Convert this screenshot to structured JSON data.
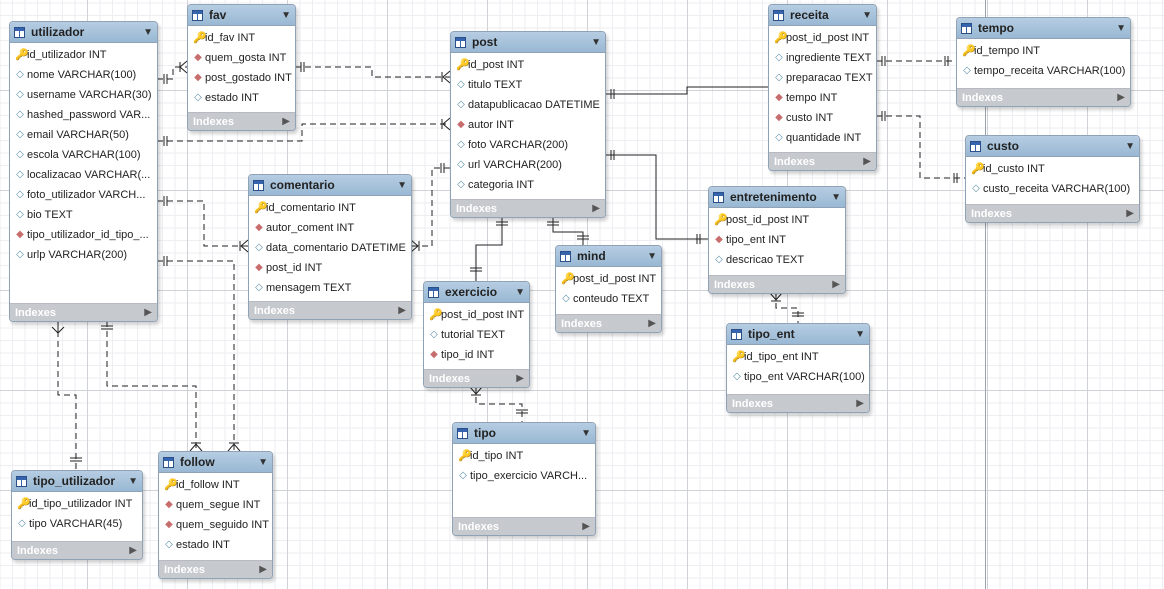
{
  "tables": {
    "utilizador": {
      "name": "utilizador",
      "columns": [
        {
          "icon": "key",
          "text": "id_utilizador INT"
        },
        {
          "icon": "column",
          "text": "nome VARCHAR(100)"
        },
        {
          "icon": "column",
          "text": "username VARCHAR(30)"
        },
        {
          "icon": "column",
          "text": "hashed_password VAR..."
        },
        {
          "icon": "column",
          "text": "email VARCHAR(50)"
        },
        {
          "icon": "column",
          "text": "escola VARCHAR(100)"
        },
        {
          "icon": "column",
          "text": "localizacao VARCHAR(..."
        },
        {
          "icon": "column",
          "text": "foto_utilizador VARCH..."
        },
        {
          "icon": "column",
          "text": "bio TEXT"
        },
        {
          "icon": "fk",
          "text": "tipo_utilizador_id_tipo_..."
        },
        {
          "icon": "column",
          "text": "urlp VARCHAR(200)"
        }
      ],
      "footer": "Indexes"
    },
    "fav": {
      "name": "fav",
      "columns": [
        {
          "icon": "key",
          "text": "id_fav INT"
        },
        {
          "icon": "fk",
          "text": "quem_gosta INT"
        },
        {
          "icon": "fk",
          "text": "post_gostado INT"
        },
        {
          "icon": "column",
          "text": "estado INT"
        }
      ],
      "footer": "Indexes"
    },
    "post": {
      "name": "post",
      "columns": [
        {
          "icon": "key",
          "text": "id_post INT"
        },
        {
          "icon": "column",
          "text": "titulo TEXT"
        },
        {
          "icon": "column",
          "text": "datapublicacao DATETIME"
        },
        {
          "icon": "fk",
          "text": "autor INT"
        },
        {
          "icon": "column",
          "text": "foto VARCHAR(200)"
        },
        {
          "icon": "column",
          "text": "url VARCHAR(200)"
        },
        {
          "icon": "column",
          "text": "categoria INT"
        }
      ],
      "footer": "Indexes"
    },
    "receita": {
      "name": "receita",
      "columns": [
        {
          "icon": "key",
          "text": "post_id_post INT"
        },
        {
          "icon": "column",
          "text": "ingrediente TEXT"
        },
        {
          "icon": "column",
          "text": "preparacao TEXT"
        },
        {
          "icon": "fk",
          "text": "tempo INT"
        },
        {
          "icon": "fk",
          "text": "custo INT"
        },
        {
          "icon": "column",
          "text": "quantidade INT"
        }
      ],
      "footer": "Indexes"
    },
    "tempo": {
      "name": "tempo",
      "columns": [
        {
          "icon": "key",
          "text": "id_tempo INT"
        },
        {
          "icon": "column",
          "text": "tempo_receita VARCHAR(100)"
        }
      ],
      "footer": "Indexes"
    },
    "custo": {
      "name": "custo",
      "columns": [
        {
          "icon": "key",
          "text": "id_custo INT"
        },
        {
          "icon": "column",
          "text": "custo_receita VARCHAR(100)"
        }
      ],
      "footer": "Indexes"
    },
    "comentario": {
      "name": "comentario",
      "columns": [
        {
          "icon": "key",
          "text": "id_comentario INT"
        },
        {
          "icon": "fk",
          "text": "autor_coment INT"
        },
        {
          "icon": "column",
          "text": "data_comentario DATETIME"
        },
        {
          "icon": "fk",
          "text": "post_id INT"
        },
        {
          "icon": "column",
          "text": "mensagem TEXT"
        }
      ],
      "footer": "Indexes"
    },
    "entretenimento": {
      "name": "entretenimento",
      "columns": [
        {
          "icon": "key",
          "text": "post_id_post INT"
        },
        {
          "icon": "fk",
          "text": "tipo_ent INT"
        },
        {
          "icon": "column",
          "text": "descricao TEXT"
        }
      ],
      "footer": "Indexes"
    },
    "mind": {
      "name": "mind",
      "columns": [
        {
          "icon": "key",
          "text": "post_id_post INT"
        },
        {
          "icon": "column",
          "text": "conteudo TEXT"
        }
      ],
      "footer": "Indexes"
    },
    "exercicio": {
      "name": "exercicio",
      "columns": [
        {
          "icon": "key",
          "text": "post_id_post INT"
        },
        {
          "icon": "column",
          "text": "tutorial TEXT"
        },
        {
          "icon": "fk",
          "text": "tipo_id INT"
        }
      ],
      "footer": "Indexes"
    },
    "tipo_ent": {
      "name": "tipo_ent",
      "columns": [
        {
          "icon": "key",
          "text": "id_tipo_ent INT"
        },
        {
          "icon": "column",
          "text": "tipo_ent VARCHAR(100)"
        }
      ],
      "footer": "Indexes"
    },
    "tipo": {
      "name": "tipo",
      "columns": [
        {
          "icon": "key",
          "text": "id_tipo INT"
        },
        {
          "icon": "column",
          "text": "tipo_exercicio VARCH..."
        }
      ],
      "footer": "Indexes"
    },
    "tipo_utilizador": {
      "name": "tipo_utilizador",
      "columns": [
        {
          "icon": "key",
          "text": "id_tipo_utilizador INT"
        },
        {
          "icon": "column",
          "text": "tipo VARCHAR(45)"
        }
      ],
      "footer": "Indexes"
    },
    "follow": {
      "name": "follow",
      "columns": [
        {
          "icon": "key",
          "text": "id_follow INT"
        },
        {
          "icon": "fk",
          "text": "quem_segue INT"
        },
        {
          "icon": "fk",
          "text": "quem_seguido INT"
        },
        {
          "icon": "column",
          "text": "estado INT"
        }
      ],
      "footer": "Indexes"
    }
  },
  "icon_glyphs": {
    "key": "🔑",
    "fk": "◆",
    "column": "◇"
  },
  "colors": {
    "header": "#a7c4dd",
    "footer": "#c6c9ce",
    "fk": "#c86d6d",
    "key": "#e1b21a",
    "line": "#222222"
  }
}
